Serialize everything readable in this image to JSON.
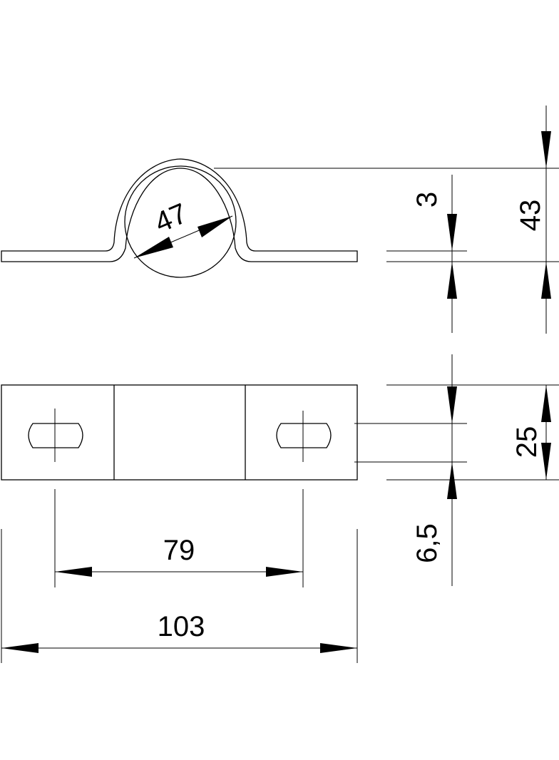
{
  "dimensions": {
    "pipe_diameter": "47",
    "wall_thickness": "3",
    "overall_height": "43",
    "strap_width": "25",
    "hole_width": "6,5",
    "hole_spacing": "79",
    "overall_length": "103"
  },
  "colors": {
    "line": "#000000",
    "background": "#ffffff"
  }
}
